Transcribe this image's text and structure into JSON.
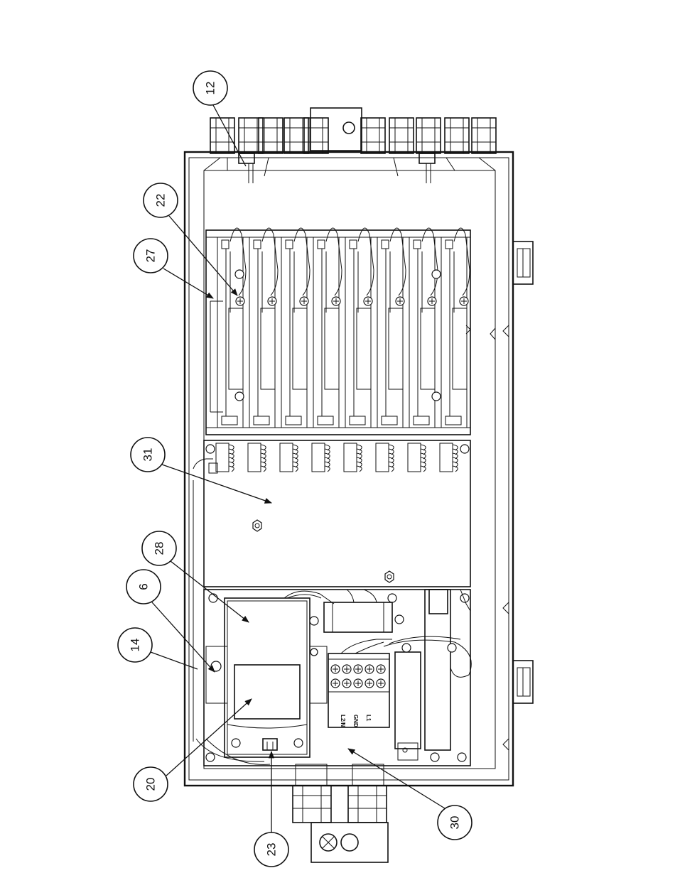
{
  "callouts": [
    {
      "label": "12"
    },
    {
      "label": "22"
    },
    {
      "label": "27"
    },
    {
      "label": "31"
    },
    {
      "label": "28"
    },
    {
      "label": "6"
    },
    {
      "label": "14"
    },
    {
      "label": "20"
    },
    {
      "label": "23"
    },
    {
      "label": "30"
    }
  ],
  "terminal_labels": [
    "L2/N",
    "GND",
    "L1"
  ]
}
